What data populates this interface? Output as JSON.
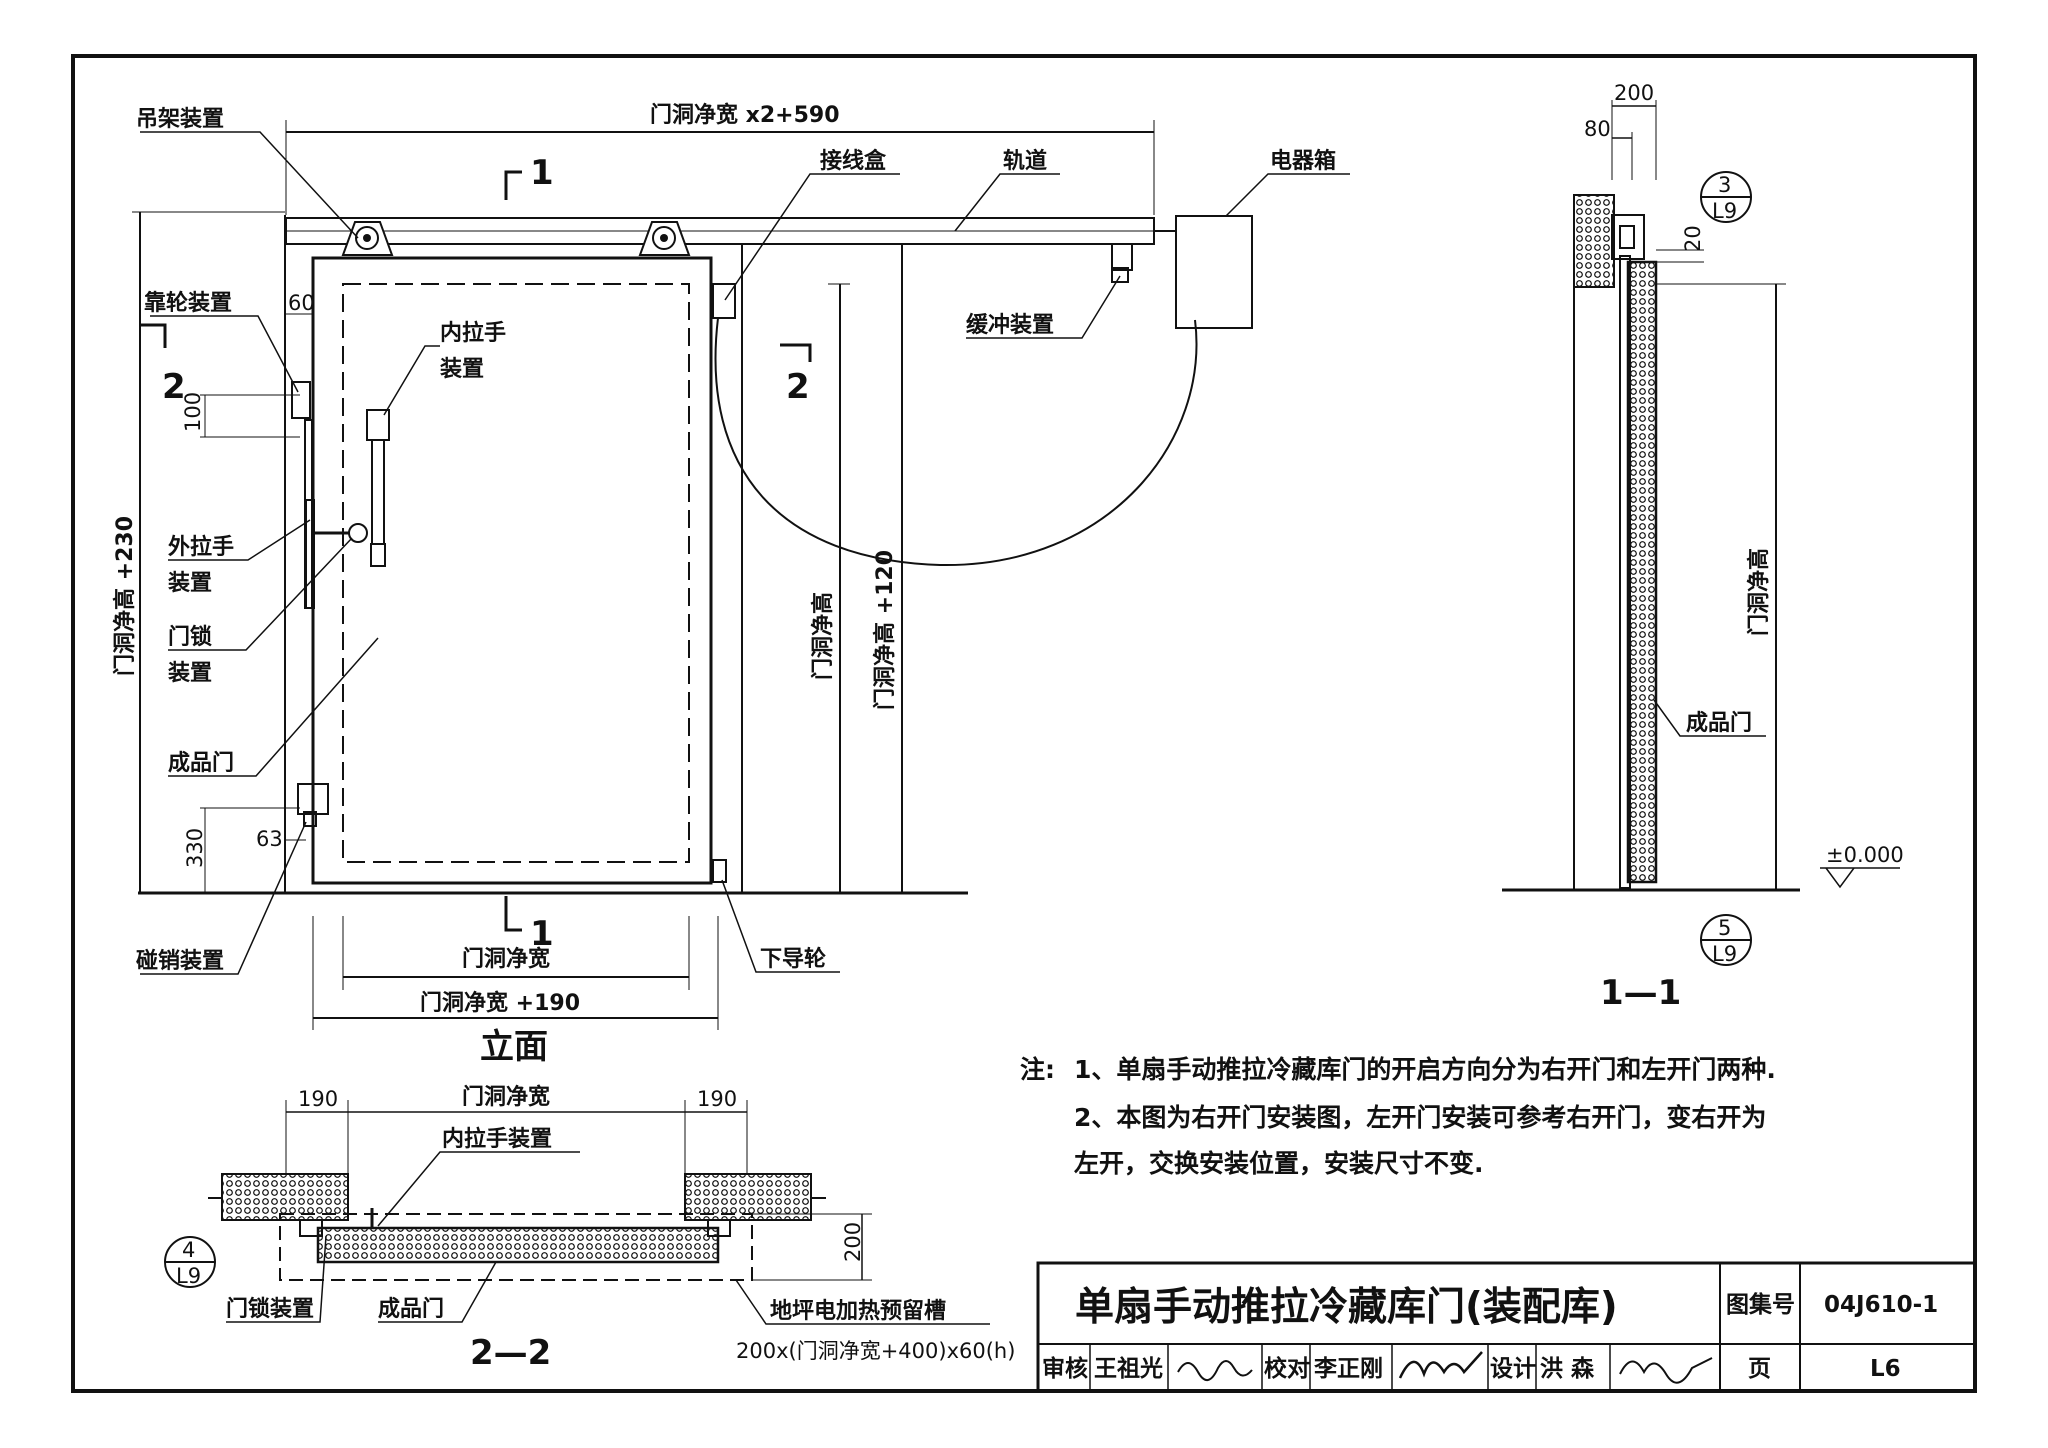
{
  "elevation": {
    "title": "立面",
    "labels": {
      "hanger": "吊架装置",
      "junction_box": "接线盒",
      "track": "轨道",
      "electric_box": "电器箱",
      "buffer": "缓冲装置",
      "guide_wheel_device": "靠轮装置",
      "inner_handle_1": "内拉手",
      "inner_handle_2": "装置",
      "outer_handle_1": "外拉手",
      "outer_handle_2": "装置",
      "door_lock_1": "门锁",
      "door_lock_2": "装置",
      "finished_door": "成品门",
      "bump_pin": "碰销装置",
      "lower_guide_wheel": "下导轮"
    },
    "dims": {
      "top_width": "门洞净宽 x2+590",
      "left_height": "门洞净高 +230",
      "opening_height": "门洞净高",
      "opening_height_plus": "门洞净高 +120",
      "bottom_width": "门洞净宽",
      "bottom_width_plus": "门洞净宽 +190",
      "d60": "60",
      "d100": "100",
      "d330": "330",
      "d63": "63"
    },
    "section_marks": {
      "s1": "1",
      "s2": "2"
    }
  },
  "section_1_1": {
    "title": "1—1",
    "labels": {
      "finished_door": "成品门",
      "opening_height": "门洞净高"
    },
    "dims": {
      "d200": "200",
      "d80": "80",
      "d20": "20",
      "level": "±0.000"
    },
    "refs": [
      {
        "num": "3",
        "sheet": "L9"
      },
      {
        "num": "5",
        "sheet": "L9"
      }
    ]
  },
  "section_2_2": {
    "title": "2—2",
    "labels": {
      "inner_handle": "内拉手装置",
      "door_lock": "门锁装置",
      "finished_door": "成品门",
      "heating_slot": "地坪电加热预留槽",
      "heating_slot_size": "200x(门洞净宽+400)x60(h)"
    },
    "dims": {
      "opening_width": "门洞净宽",
      "d190_left": "190",
      "d190_right": "190",
      "d200": "200"
    },
    "refs": [
      {
        "num": "4",
        "sheet": "L9"
      }
    ]
  },
  "notes": {
    "prefix": "注:",
    "line1": "1、单扇手动推拉冷藏库门的开启方向分为右开门和左开门两种.",
    "line2": "2、本图为右开门安装图，左开门安装可参考右开门，变右开为",
    "line3": "左开，交换安装位置，安装尺寸不变."
  },
  "title_block": {
    "title": "单扇手动推拉冷藏库门(装配库)",
    "atlas_label": "图集号",
    "atlas_no": "04J610-1",
    "review_label": "审核",
    "reviewer": "王祖光",
    "check_label": "校对",
    "checker": "李正刚",
    "design_label": "设计",
    "designer": "洪  森",
    "page_label": "页",
    "page_no": "L6"
  }
}
